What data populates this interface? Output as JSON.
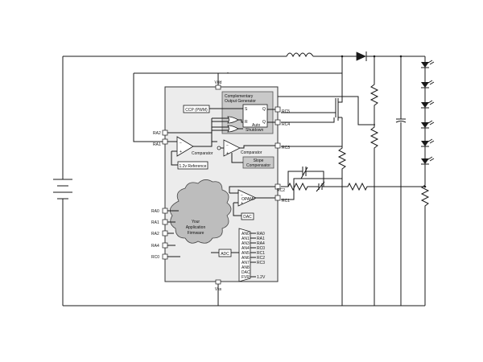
{
  "chip": {
    "vdd": "Vdd",
    "vss": "Vss"
  },
  "pins": {
    "ra2": "RA2",
    "ra1": "RA1",
    "rc5": "RC5",
    "rc4": "RC4",
    "rc3": "RC3",
    "rc2": "RC2",
    "rc1": "RC1",
    "analog_left": [
      "RA0",
      "RA1",
      "RA2",
      "RA4",
      "RC0"
    ]
  },
  "blocks": {
    "cog_line1": "Complementary",
    "cog_line2": "Output Generator",
    "ccp": "CCP (PWM)",
    "s": "S",
    "r": "R",
    "q": "Q",
    "qbar": "Q",
    "auto1": "Auto",
    "auto2": "Shutdown",
    "comparator1": "Comparator",
    "comparator2": "Comparator",
    "ref": "1.2v Reference",
    "slope1": "Slope",
    "slope2": "Compensator",
    "opamp": "OPAMP",
    "dac": "DAC",
    "fw1": "Your",
    "fw2": "Application",
    "fw3": "Firmware",
    "adc": "ADC"
  },
  "mux": {
    "channels": [
      "AN0",
      "AN1",
      "AN3",
      "AN4",
      "AN5",
      "AN6",
      "AN7",
      "AN8",
      "DAC",
      "FVR"
    ],
    "signals": [
      "RA0",
      "RA1",
      "RA4",
      "RC0",
      "RC1",
      "RC2",
      "RC3",
      "",
      "",
      "1.2V"
    ]
  }
}
